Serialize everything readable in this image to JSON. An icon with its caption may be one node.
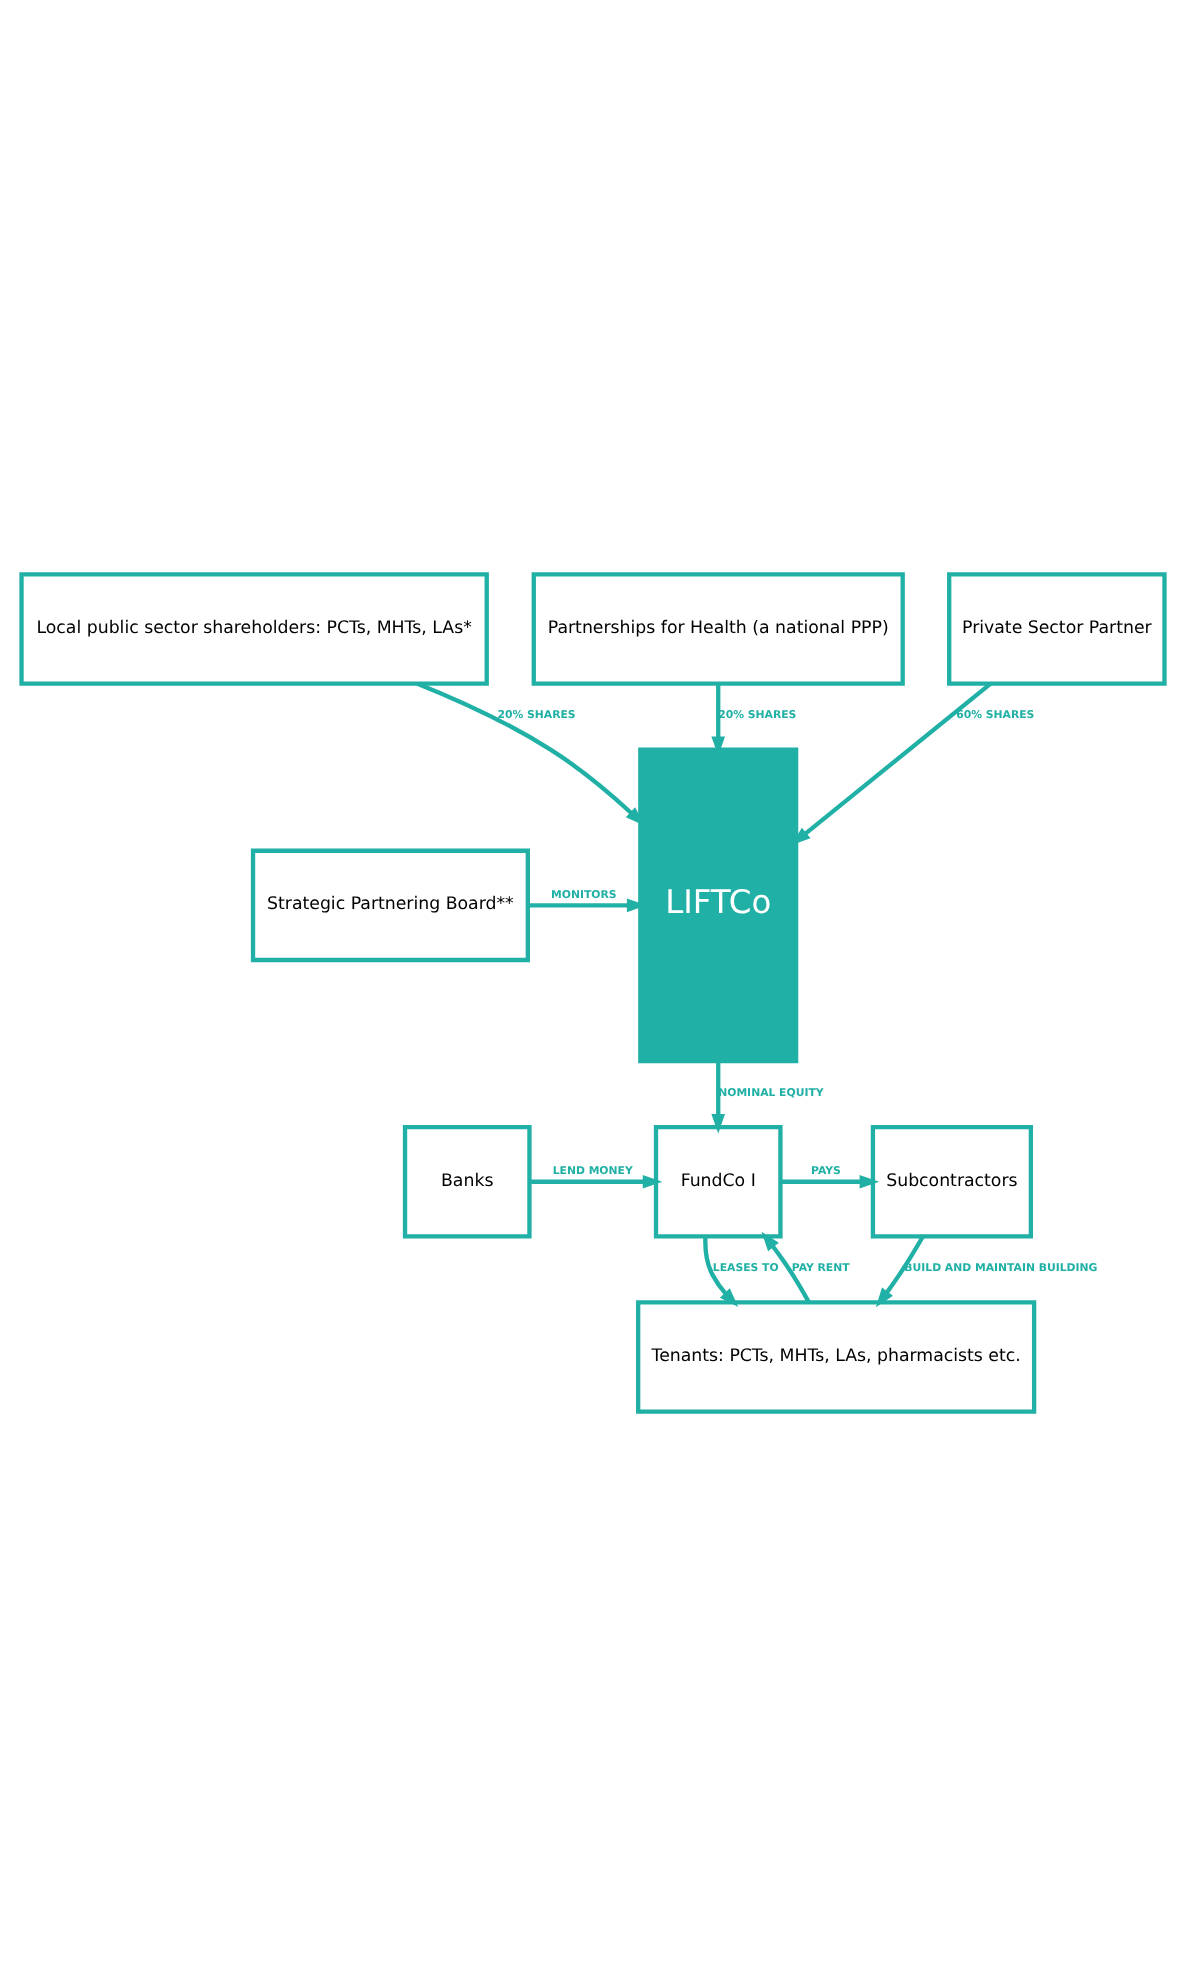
{
  "diagram": {
    "nodes": [
      {
        "text": [
          "Local public sector shareholders: PCTs, MHTs, LAs*"
        ]
      },
      {
        "text": [
          "Partnerships for Health (a national PPP)"
        ]
      },
      {
        "text": [
          "Private Sector Partner"
        ]
      },
      {
        "text": [
          "LIFTCo"
        ]
      },
      {
        "text": [
          "Strategic Partnering Board**"
        ]
      },
      {
        "text": [
          "Banks"
        ]
      },
      {
        "text": [
          "FundCo I"
        ]
      },
      {
        "text": [
          "Subcontractors"
        ]
      },
      {
        "text": [
          "Tenants: PCTs, MHTs, LAs, pharmacists etc."
        ]
      }
    ],
    "edges": [
      {
        "from": 0,
        "to": 3,
        "arrow": "to",
        "label": "20% SHARES"
      },
      {
        "from": 1,
        "to": 3,
        "arrow": "to",
        "label": "20% SHARES"
      },
      {
        "from": 2,
        "to": 3,
        "arrow": "to",
        "label": "60% SHARES"
      },
      {
        "from": 4,
        "to": 3,
        "arrow": "to",
        "label": "MONITORS"
      },
      {
        "from": 3,
        "to": 6,
        "arrow": "to",
        "label": "NOMINAL EQUITY"
      },
      {
        "from": 5,
        "to": 6,
        "arrow": "to",
        "label": "LEND MONEY"
      },
      {
        "from": 6,
        "to": 7,
        "arrow": "to",
        "label": "PAYS"
      },
      {
        "from": 6,
        "to": 8,
        "arrow": "to",
        "label": "LEASES TO"
      },
      {
        "from": 8,
        "to": 6,
        "arrow": "to",
        "label": "PAY RENT"
      },
      {
        "from": 7,
        "to": 8,
        "arrow": "to",
        "label": "BUILD AND MAINTAIN BUILDING"
      }
    ]
  }
}
